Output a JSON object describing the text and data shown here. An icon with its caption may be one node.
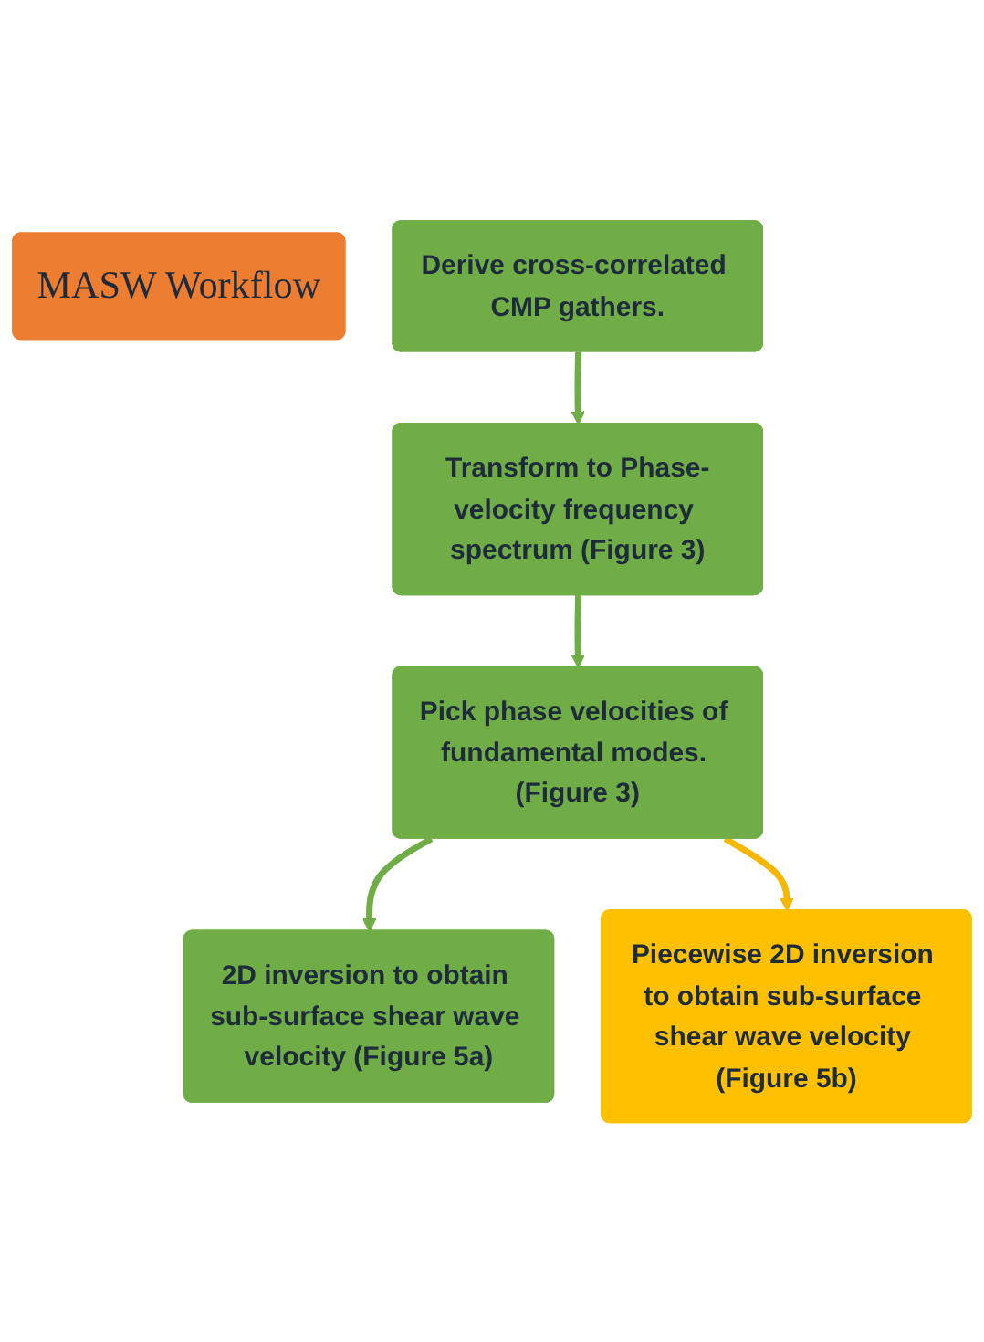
{
  "diagram": {
    "nodes": [
      {
        "text": [
          "MASW Workflow"
        ]
      },
      {
        "text": [
          "Derive cross-correlated CMP gathers."
        ]
      },
      {
        "text": [
          "Transform to Phase-velocity frequency spectrum (Figure 3)"
        ]
      },
      {
        "text": [
          "Pick phase velocities of fundamental modes. (Figure 3)"
        ]
      },
      {
        "text": [
          "2D inversion to obtain sub-surface shear wave velocity (Figure 5a)"
        ]
      },
      {
        "text": [
          "Piecewise 2D inversion to obtain sub-surface shear wave velocity (Figure 5b)"
        ]
      }
    ],
    "edges": [
      {
        "from": 1,
        "to": 2,
        "arrow": "to"
      },
      {
        "from": 2,
        "to": 3,
        "arrow": "to"
      },
      {
        "from": 3,
        "to": 4,
        "arrow": "to"
      },
      {
        "from": 3,
        "to": 5,
        "arrow": "to",
        "color": "#f5b700"
      }
    ]
  }
}
